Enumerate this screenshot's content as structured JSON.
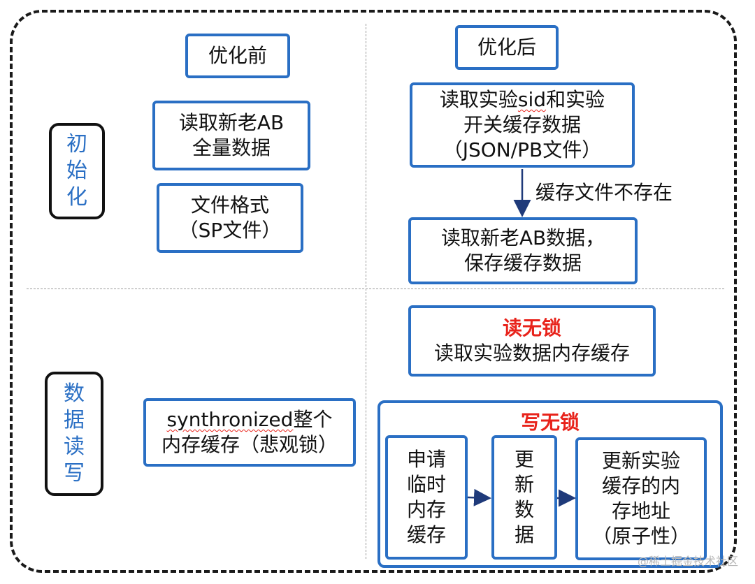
{
  "side_labels": {
    "init": "初始化",
    "rw": "数据读写"
  },
  "columns": {
    "before": "优化前",
    "after": "优化后"
  },
  "init_before": {
    "box1": [
      "读取新老AB",
      "全量数据"
    ],
    "box2": [
      "文件格式",
      "（SP文件）"
    ]
  },
  "init_after": {
    "box1": {
      "line1_pre": "读取实验",
      "line1_mid": "sid",
      "line1_post": "和实验",
      "line2": "开关缓存数据",
      "line3": "（JSON/PB文件）"
    },
    "arrow_label": "缓存文件不存在",
    "box2": [
      "读取新老AB数据，",
      "保存缓存数据"
    ]
  },
  "rw_before": {
    "box_line1_word": "synthronized",
    "box_line1_rest": "整个",
    "box_line2": "内存缓存（悲观锁）"
  },
  "rw_after": {
    "read_title": "读无锁",
    "read_text": "读取实验数据内存缓存",
    "write_title": "写无锁",
    "step1": "申请临时内存缓存",
    "step2": "更新数据",
    "step3": [
      "更新实验",
      "缓存的内",
      "存地址",
      "（原子性）"
    ]
  },
  "watermark": "@稀土掘金技术社区",
  "colors": {
    "box_border": "#2a6fc4",
    "label_text": "#2a6fc4",
    "highlight": "#e8231b",
    "arrow": "#1f3a7a"
  }
}
